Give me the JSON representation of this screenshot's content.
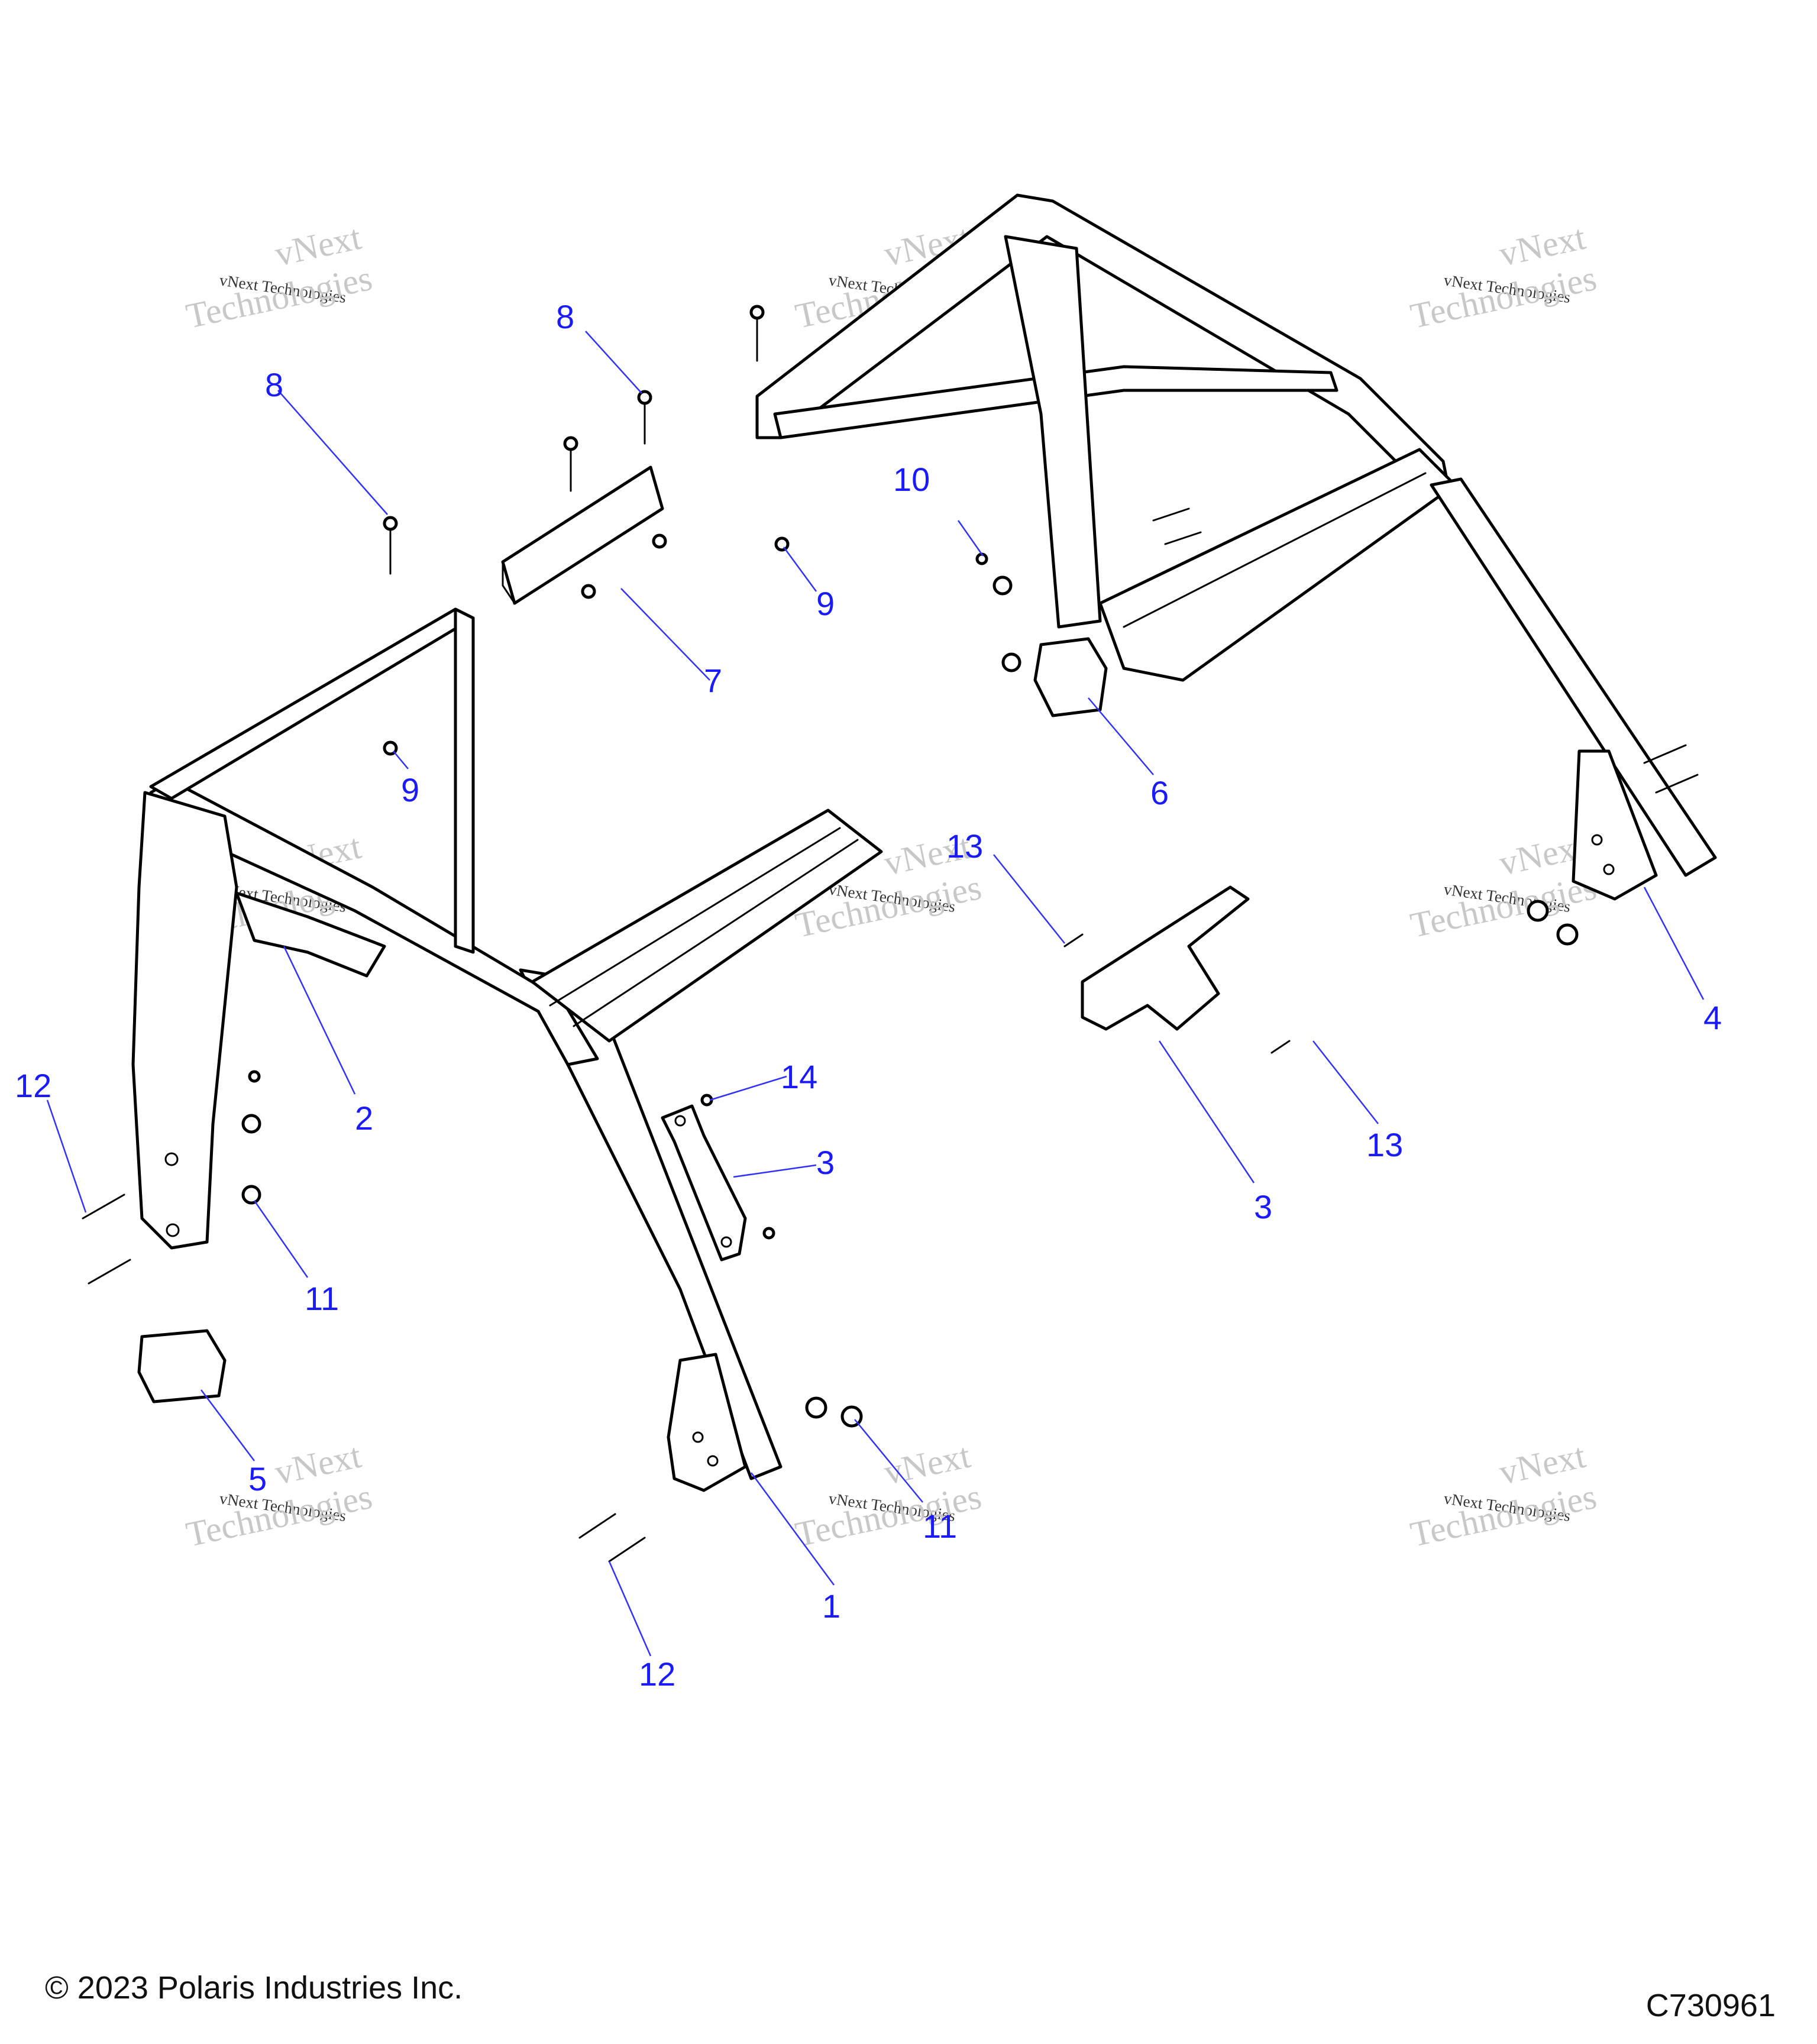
{
  "diagram": {
    "callouts": [
      "1",
      "2",
      "3",
      "3",
      "4",
      "5",
      "6",
      "7",
      "8",
      "8",
      "9",
      "9",
      "10",
      "11",
      "11",
      "12",
      "12",
      "13",
      "13",
      "14"
    ],
    "watermark": {
      "line1": "vNext",
      "line2": "vNext Technologies",
      "line3": "Technologies"
    }
  },
  "footer": {
    "copyright": "© 2023 Polaris Industries Inc.",
    "figure_code": "C730961"
  }
}
